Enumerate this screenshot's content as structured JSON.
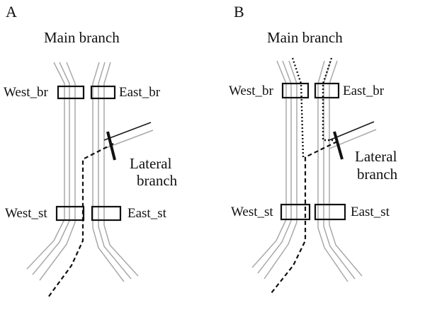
{
  "panels": [
    {
      "letter": "A",
      "main_branch": "Main branch",
      "west_br": "West_br",
      "east_br": "East_br",
      "lateral_1": "Lateral",
      "lateral_2": "branch",
      "west_st": "West_st",
      "east_st": "East_st"
    },
    {
      "letter": "B",
      "main_branch": "Main branch",
      "west_br": "West_br",
      "east_br": "East_br",
      "lateral_1": "Lateral",
      "lateral_2": "branch",
      "west_st": "West_st",
      "east_st": "East_st"
    }
  ],
  "colors": {
    "tracks": "#a9a9a9",
    "lines": "#111111"
  }
}
